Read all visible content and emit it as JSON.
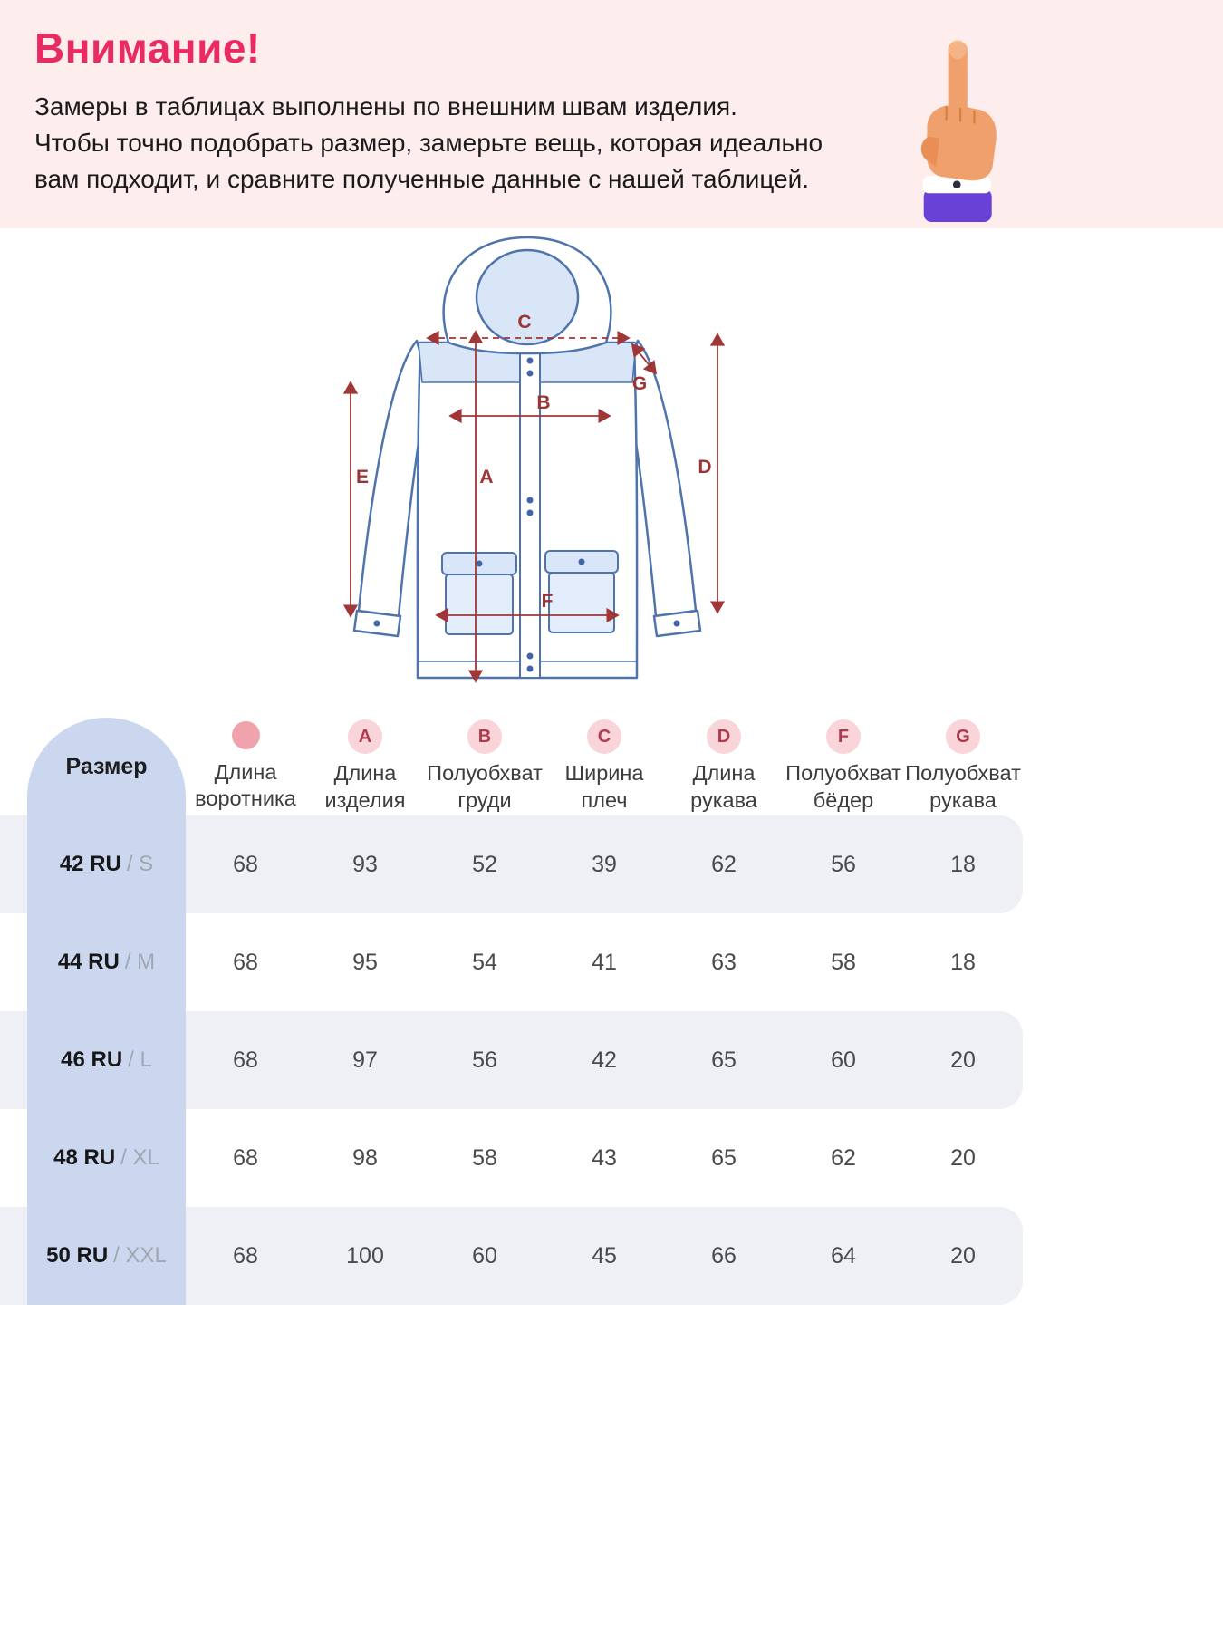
{
  "notice": {
    "title": "Внимание!",
    "line1": "Замеры в таблицах выполнены по внешним швам изделия.",
    "line2": "Чтобы точно подобрать размер, замерьте вещь, которая идеально",
    "line3": "вам подходит, и сравните полученные данные с нашей таблицей."
  },
  "diagram": {
    "labels": {
      "A": "A",
      "B": "B",
      "C": "C",
      "D": "D",
      "E": "E",
      "F": "F",
      "G": "G"
    }
  },
  "table": {
    "size_header": "Размер",
    "columns": [
      {
        "letter": "",
        "line1": "Длина",
        "line2": "воротника"
      },
      {
        "letter": "A",
        "line1": "Длина",
        "line2": "изделия"
      },
      {
        "letter": "B",
        "line1": "Полуобхват",
        "line2": "груди"
      },
      {
        "letter": "C",
        "line1": "Ширина",
        "line2": "плеч"
      },
      {
        "letter": "D",
        "line1": "Длина",
        "line2": "рукава"
      },
      {
        "letter": "F",
        "line1": "Полуобхват",
        "line2": "бёдер"
      },
      {
        "letter": "G",
        "line1": "Полуобхват",
        "line2": "рукава"
      }
    ],
    "rows": [
      {
        "size_ru": "42 RU",
        "size_int": "/ S",
        "values": [
          "68",
          "93",
          "52",
          "39",
          "62",
          "56",
          "18"
        ]
      },
      {
        "size_ru": "44 RU",
        "size_int": "/ M",
        "values": [
          "68",
          "95",
          "54",
          "41",
          "63",
          "58",
          "18"
        ]
      },
      {
        "size_ru": "46 RU",
        "size_int": "/ L",
        "values": [
          "68",
          "97",
          "56",
          "42",
          "65",
          "60",
          "20"
        ]
      },
      {
        "size_ru": "48 RU",
        "size_int": "/ XL",
        "values": [
          "68",
          "98",
          "58",
          "43",
          "65",
          "62",
          "20"
        ]
      },
      {
        "size_ru": "50 RU",
        "size_int": "/ XXL",
        "values": [
          "68",
          "100",
          "60",
          "45",
          "66",
          "64",
          "20"
        ]
      }
    ]
  },
  "colors": {
    "accent_pink": "#ea2a62",
    "banner_bg": "#fdedec",
    "measure_red": "#a03636",
    "jacket_outline_blue": "#4f74ad",
    "jacket_fill_blue": "#d9e6f8",
    "size_column_bg": "#cbd7ef",
    "row_shaded_bg": "#eef0f6",
    "icon_circle_bg": "#f9d4d9",
    "hand_skin": "#f0a06c",
    "hand_sleeve_purple": "#6a41d6"
  }
}
